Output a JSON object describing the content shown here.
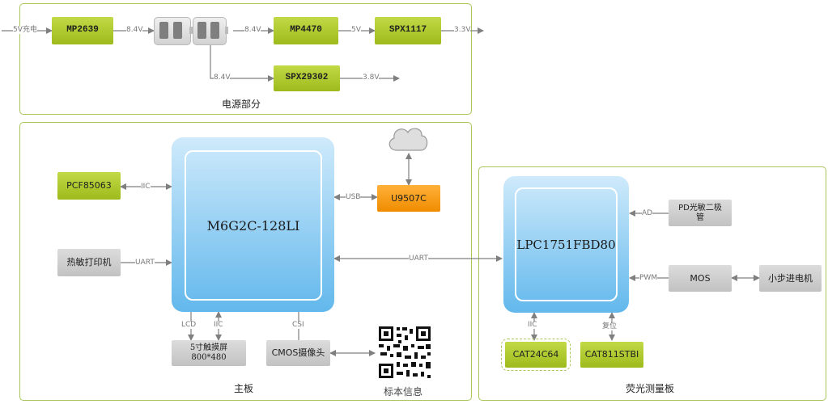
{
  "power": {
    "title": "电源部分",
    "blocks": {
      "mp2639": "MP2639",
      "mp4470": "MP4470",
      "spx1117": "SPX1117",
      "spx29302": "SPX29302"
    },
    "labels": {
      "in": "5V充电",
      "v84_a": "8.4V",
      "v84_b": "8.4V",
      "v84_c": "8.4V",
      "v5": "5V",
      "v33": "3.3V",
      "v38": "3.8V"
    }
  },
  "main": {
    "title": "主板",
    "cpu": "M6G2C-128LI",
    "blocks": {
      "pcf": "PCF85063",
      "printer": "热敏打印机",
      "u9507": "U9507C",
      "lcd": "5寸触摸屏\n800*480",
      "cmos": "CMOS摄像头",
      "qr": "标本信息"
    },
    "labels": {
      "iic1": "IIC",
      "uart1": "UART",
      "usb": "USB",
      "lcd": "LCD",
      "iic2": "IIC",
      "csi": "CSI"
    }
  },
  "link": {
    "uart": "UART"
  },
  "fluor": {
    "title": "荧光测量板",
    "cpu": "LPC1751FBD80",
    "blocks": {
      "pd": "PD光敏二极\n管",
      "mos": "MOS",
      "motor": "小步进电机",
      "cat24": "CAT24C64",
      "cat811": "CAT811STBI"
    },
    "labels": {
      "ad": "AD",
      "pwm": "PWM",
      "iic": "IIC",
      "reset": "复位"
    }
  },
  "colors": {
    "panel_border": "#a9c65a",
    "green_block": "#b3cc30",
    "grey_block": "#cfcfcf",
    "orange_block": "#f5a020",
    "chip_blue": "#6bbcee",
    "wire": "#7f7f7f"
  }
}
